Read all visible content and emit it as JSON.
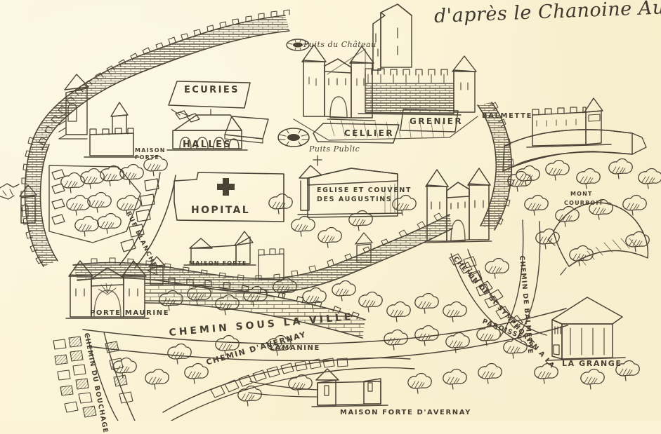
{
  "document": {
    "type": "hand-drawn historical map",
    "title_attribution": "d'après le Chanoine Auvergne",
    "paper_color": "#faf3d6",
    "ink_color": "#4a4336"
  },
  "labels": {
    "attribution": "d'après le Chanoine Auvergne",
    "puits_chateau": "Puits du Château",
    "puits_public": "Puits Public",
    "ecuries": "ECURIES",
    "halles": "HALLES",
    "cellier": "CELLIER",
    "grenier": "GRENIER",
    "balmette": "BALMETTE",
    "maison_forte_nw": "MAISON",
    "maison_forte_nw2": "FORTE",
    "hopital": "HOPITAL",
    "rue_blanche": "RUE BLANCHE",
    "maison_forte_c": "MAISON FORTE",
    "eglise_1": "EGLISE ET COUVENT",
    "eglise_2": "DES AUGUSTINS",
    "mont_courboit_1": "MONT",
    "mont_courboit_2": "COURBOIT",
    "porte_maurine": "PORTE MAURINE",
    "chemin_sous_la_ville": "CHEMIN SOUS LA VILLE",
    "lamanine": "LAMANINE",
    "chemin_avernay": "CHEMIN D'AVERNAY",
    "chemin_bouchage": "CHEMIN DU BOUCHAGE",
    "maison_forte_avernay": "MAISON FORTE D'AVERNAY",
    "chemin_symphorien": "CHEMIN DE St SYMPHORIEN A LA",
    "chemin_symphorien_2": "PAROISSE",
    "chemin_balmette": "CHEMIN DE BALMETTE",
    "la_grange": "LA GRANGE"
  },
  "features": {
    "walls": [
      "city rampart (north)",
      "city rampart (west)",
      "city rampart (south)",
      "Balmette wall (east)"
    ],
    "gates": [
      "Porte Maurine",
      "east gatehouse (twin-tower)",
      "north gatehouse (twin-tower)"
    ],
    "keep": "donjon / castle keep (north-east)",
    "wells": [
      "Puits du Château",
      "Puits Public"
    ],
    "terrain": [
      "Mont Courboit",
      "scattered trees",
      "hedgerows"
    ]
  }
}
